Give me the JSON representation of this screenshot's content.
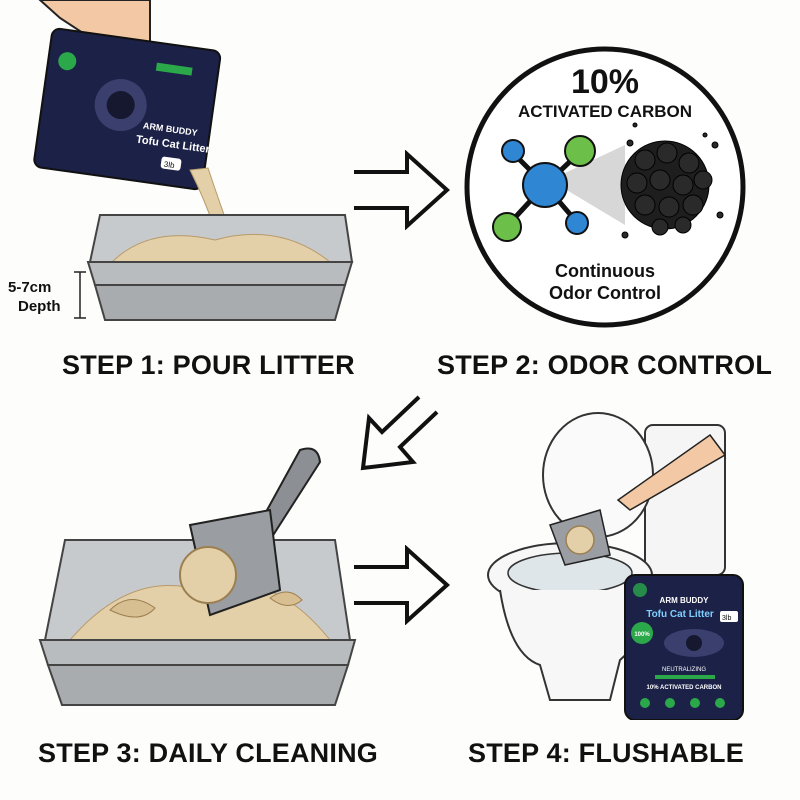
{
  "steps": [
    {
      "label": "STEP 1: POUR LITTER"
    },
    {
      "label": "STEP 2: ODOR CONTROL"
    },
    {
      "label": "STEP 3: DAILY CLEANING"
    },
    {
      "label": "STEP 4: FLUSHABLE"
    }
  ],
  "step1": {
    "depth_value": "5-7cm",
    "depth_label": "Depth"
  },
  "step2": {
    "percent": "10%",
    "ingredient": "ACTIVATED CARBON",
    "caption_line1": "Continuous",
    "caption_line2": "Odor Control"
  },
  "bag": {
    "brand": "ARM BUDDY",
    "product": "Tofu Cat Litter",
    "weight": "3lb",
    "badge": "100%",
    "tagline": "NEUTRALIZING",
    "ingredient": "10% ACTIVATED CARBON"
  },
  "colors": {
    "bag": "#1c2147",
    "bag_accent": "#2ba84a",
    "tray": "#b9bcbf",
    "litter": "#e3cfa8",
    "molecule_blue": "#2f86d3",
    "molecule_green": "#6cc04a",
    "carbon": "#2a2a2a"
  }
}
